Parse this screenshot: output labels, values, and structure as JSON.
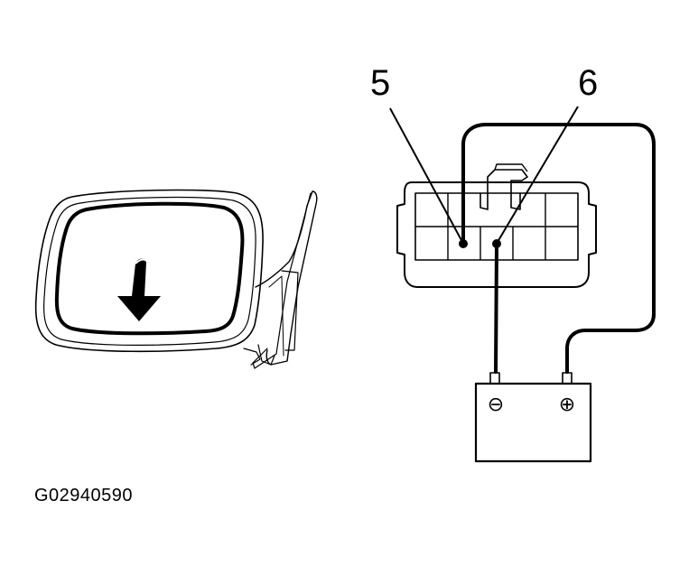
{
  "labels": {
    "pin_a": "5",
    "pin_b": "6",
    "terminal_negative": "⊖",
    "terminal_positive": "⊕"
  },
  "figure_code": "G02940590",
  "colors": {
    "line": "#000000",
    "background": "#ffffff"
  },
  "icons": [
    "mirror-icon",
    "arrow-down-icon",
    "connector-icon",
    "battery-icon"
  ]
}
